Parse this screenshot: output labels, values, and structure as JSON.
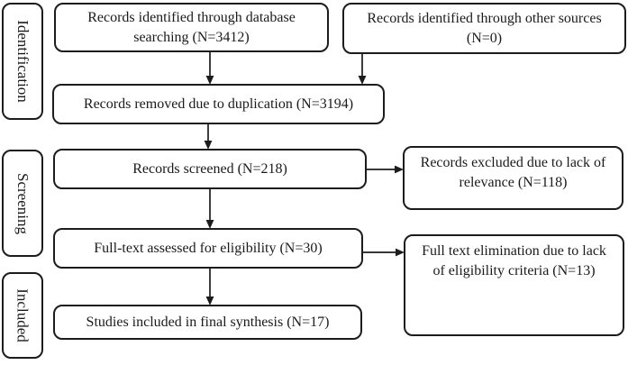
{
  "stages": [
    {
      "id": "identification",
      "label": "Identification"
    },
    {
      "id": "screening",
      "label": "Screening"
    },
    {
      "id": "included",
      "label": "Included"
    }
  ],
  "boxes": [
    {
      "id": "database-search",
      "text": "Records identified through database searching (N=3412)"
    },
    {
      "id": "other-sources",
      "text": "Records identified through other sources (N=0)"
    },
    {
      "id": "duplicates-removed",
      "text": "Records removed due to duplication (N=3194)"
    },
    {
      "id": "records-screened",
      "text": "Records screened (N=218)"
    },
    {
      "id": "records-excluded",
      "text": "Records excluded due to lack of relevance (N=118)"
    },
    {
      "id": "fulltext-assessed",
      "text": "Full-text assessed for eligibility (N=30)"
    },
    {
      "id": "fulltext-eliminated",
      "text": "Full text elimination due to lack of eligibility criteria (N=13)"
    },
    {
      "id": "studies-included",
      "text": "Studies included in final synthesis (N=17)"
    }
  ],
  "counts": {
    "database": 3412,
    "other_sources": 0,
    "duplicates_removed": 3194,
    "screened": 218,
    "excluded_relevance": 118,
    "fulltext_assessed": 30,
    "eliminated_eligibility": 13,
    "included_final": 17
  },
  "colors": {
    "border": "#1c1c1c",
    "text": "#1a1a1a",
    "background": "#ffffff"
  }
}
